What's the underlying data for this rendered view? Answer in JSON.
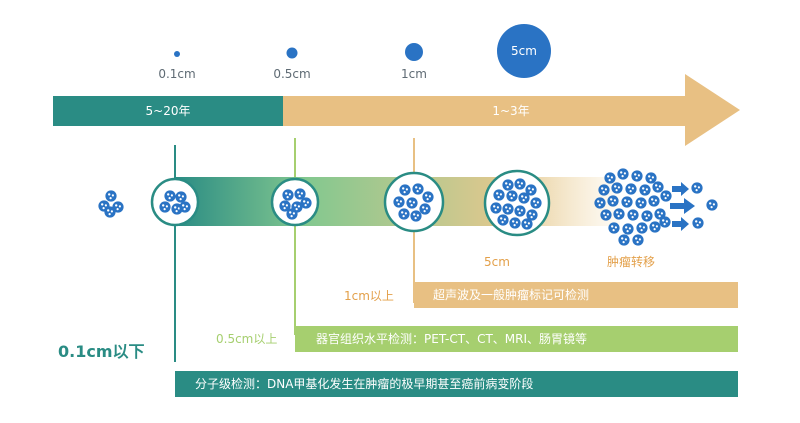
{
  "sizes": [
    "0.1cm",
    "0.5cm",
    "1cm",
    "5cm"
  ],
  "timeline": {
    "early_label": "5~20年",
    "late_label": "1~3年"
  },
  "stages": {
    "label_5cm": "5cm",
    "label_metastasis": "肿瘤转移"
  },
  "detection": {
    "ultrasound_threshold": "1cm以上",
    "ultrasound_text": "超声波及一般肿瘤标记可检测",
    "imaging_threshold": "0.5cm以上",
    "imaging_text": "器官组织水平检测：PET-CT、CT、MRI、肠胃镜等",
    "molecular_threshold": "0.1cm以下",
    "molecular_text": "分子级检测：DNA甲基化发生在肿瘤的极早期甚至癌前病变阶段"
  },
  "colors": {
    "teal": "#2a8c84",
    "tan": "#e8c083",
    "green": "#a6cf6f",
    "blue": "#2a73c4",
    "orange": "#e3a04a"
  }
}
